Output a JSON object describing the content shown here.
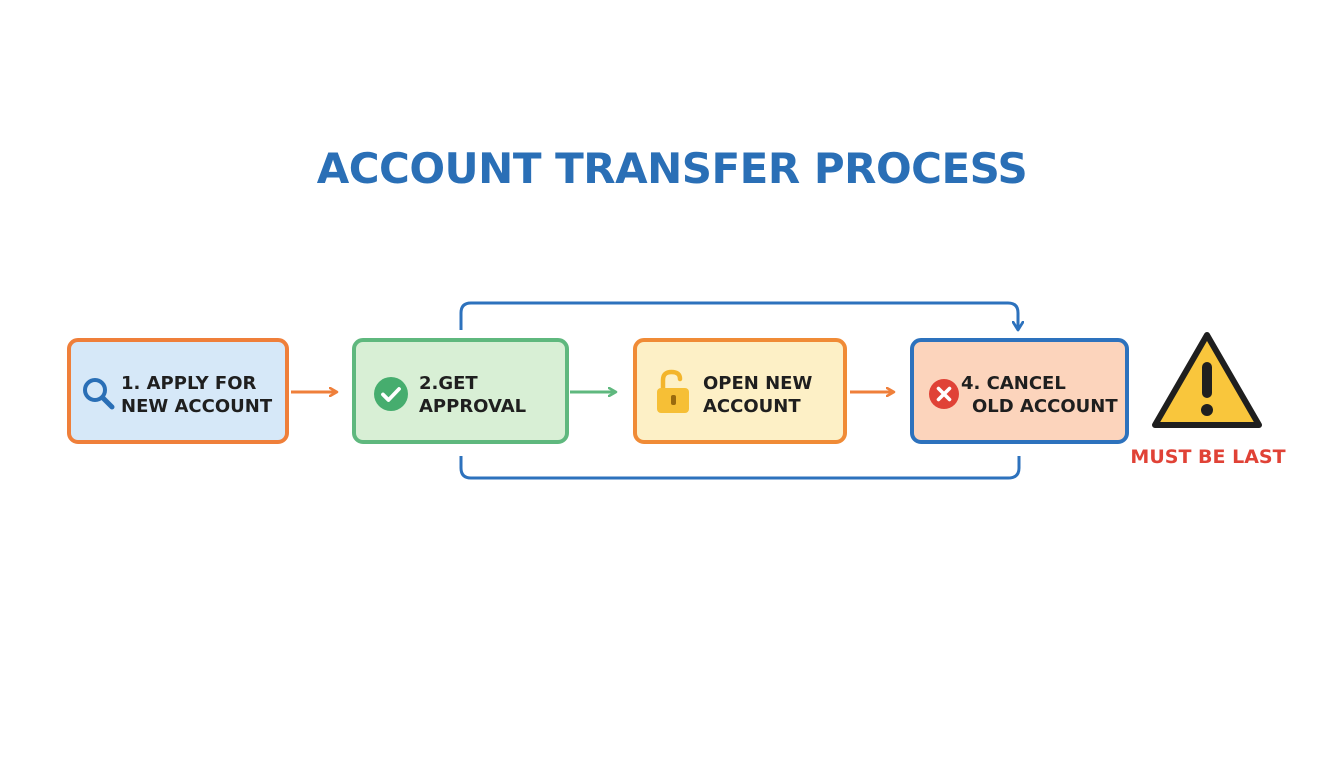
{
  "title": "ACCOUNT TRANSFER PROCESS",
  "steps": [
    {
      "line1": "1. APPLY FOR",
      "line2": "NEW ACCOUNT",
      "icon": "search-icon",
      "fill": "#d6e8f8",
      "border": "#ef7f3a"
    },
    {
      "line1": "2.GET",
      "line2": "APPROVAL",
      "icon": "check-circle-icon",
      "fill": "#d8efd5",
      "border": "#5fb87e"
    },
    {
      "line1": "OPEN NEW",
      "line2": "ACCOUNT",
      "icon": "unlock-icon",
      "fill": "#fdf0c6",
      "border": "#f08b36"
    },
    {
      "line1": "4. CANCEL",
      "line2": "OLD ACCOUNT",
      "icon": "x-circle-icon",
      "fill": "#fcd4bc",
      "border": "#2d72bd"
    }
  ],
  "warning": {
    "label": "MUST BE LAST",
    "icon": "warning-icon"
  },
  "colors": {
    "title": "#2a6fb6",
    "connector_blue": "#2d72bd",
    "arrow_orange": "#ef7f3a",
    "arrow_green": "#5fb87e",
    "warning_fill": "#f9c63c",
    "warning_text": "#e04236"
  }
}
